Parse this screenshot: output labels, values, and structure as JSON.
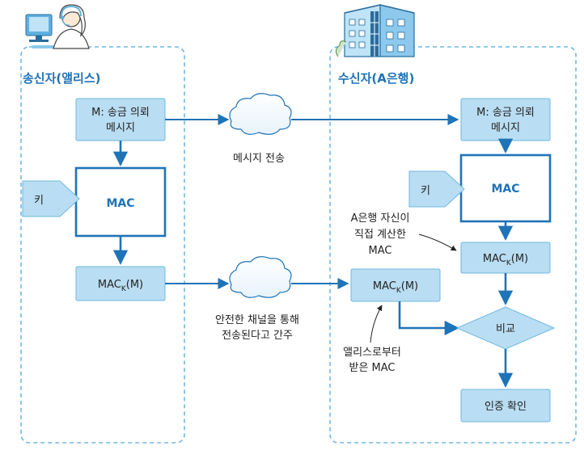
{
  "colors": {
    "box_fill": "#b9ddf2",
    "box_stroke": "#6fb8e3",
    "arrow": "#1f73b7",
    "title": "#1f73b7",
    "dashed": "#6fb8e3"
  },
  "icons": {
    "sender": "person-at-computer-icon",
    "receiver": "bank-building-icon"
  },
  "sender": {
    "title": "송신자(앨리스)",
    "message_line1": "M: 송금 의뢰",
    "message_line2": "메시지",
    "key": "키",
    "mac": "MAC",
    "mac_output_main": "MAC",
    "mac_output_sub": "K",
    "mac_output_arg": "(M)"
  },
  "channel": {
    "message_transfer": "메시지 전송",
    "safe_line1": "안전한 채널을 통해",
    "safe_line2": "전송된다고 간주"
  },
  "receiver": {
    "title": "수신자(A은행)",
    "message_line1": "M: 송금 의뢰",
    "message_line2": "메시지",
    "key": "키",
    "mac": "MAC",
    "computed_main": "MAC",
    "computed_sub": "K",
    "computed_arg": "(M)",
    "received_main": "MAC",
    "received_sub": "K",
    "received_arg": "(M)",
    "note_computed_line1": "A은행 자신이",
    "note_computed_line2": "직접 계산한",
    "note_computed_line3": "MAC",
    "note_received_line1": "앨리스로부터",
    "note_received_line2": "받은 MAC",
    "compare": "비교",
    "auth": "인증 확인"
  }
}
